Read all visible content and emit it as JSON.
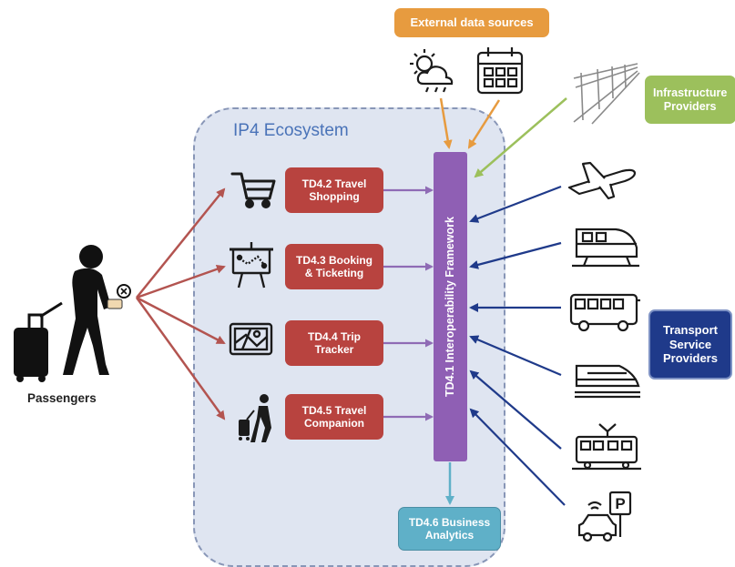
{
  "external_sources": {
    "label": "External data sources",
    "icons": [
      "weather-icon",
      "calendar-icon"
    ]
  },
  "ecosystem": {
    "title": "IP4 Ecosystem"
  },
  "framework": {
    "label": "TD4.1 Interoperability Framework"
  },
  "modules": [
    {
      "id": "td42",
      "label": "TD4.2 Travel\nShopping",
      "icon": "shopping-cart-icon"
    },
    {
      "id": "td43",
      "label": "TD4.3 Booking\n& Ticketing",
      "icon": "presentation-board-icon"
    },
    {
      "id": "td44",
      "label": "TD4.4 Trip\nTracker",
      "icon": "map-screen-icon"
    },
    {
      "id": "td45",
      "label": "TD4.5 Travel\nCompanion",
      "icon": "traveler-icon"
    }
  ],
  "analytics": {
    "label": "TD4.6 Business\nAnalytics"
  },
  "passengers": {
    "label": "Passengers"
  },
  "infrastructure": {
    "label": "Infrastructure\nProviders"
  },
  "transport": {
    "label": "Transport\nService\nProviders",
    "icons": [
      "airplane-icon",
      "train-icon",
      "bus-icon",
      "high-speed-train-icon",
      "tram-icon",
      "parking-car-icon"
    ]
  },
  "colors": {
    "module_red": "#b8433f",
    "framework_purple": "#8f5fb4",
    "external_orange": "#e79b3f",
    "infra_green": "#9cc05c",
    "transport_navy": "#1f3a8a",
    "analytics_teal": "#5fb0c8",
    "ecosystem_bg": "#dfe5f1"
  }
}
